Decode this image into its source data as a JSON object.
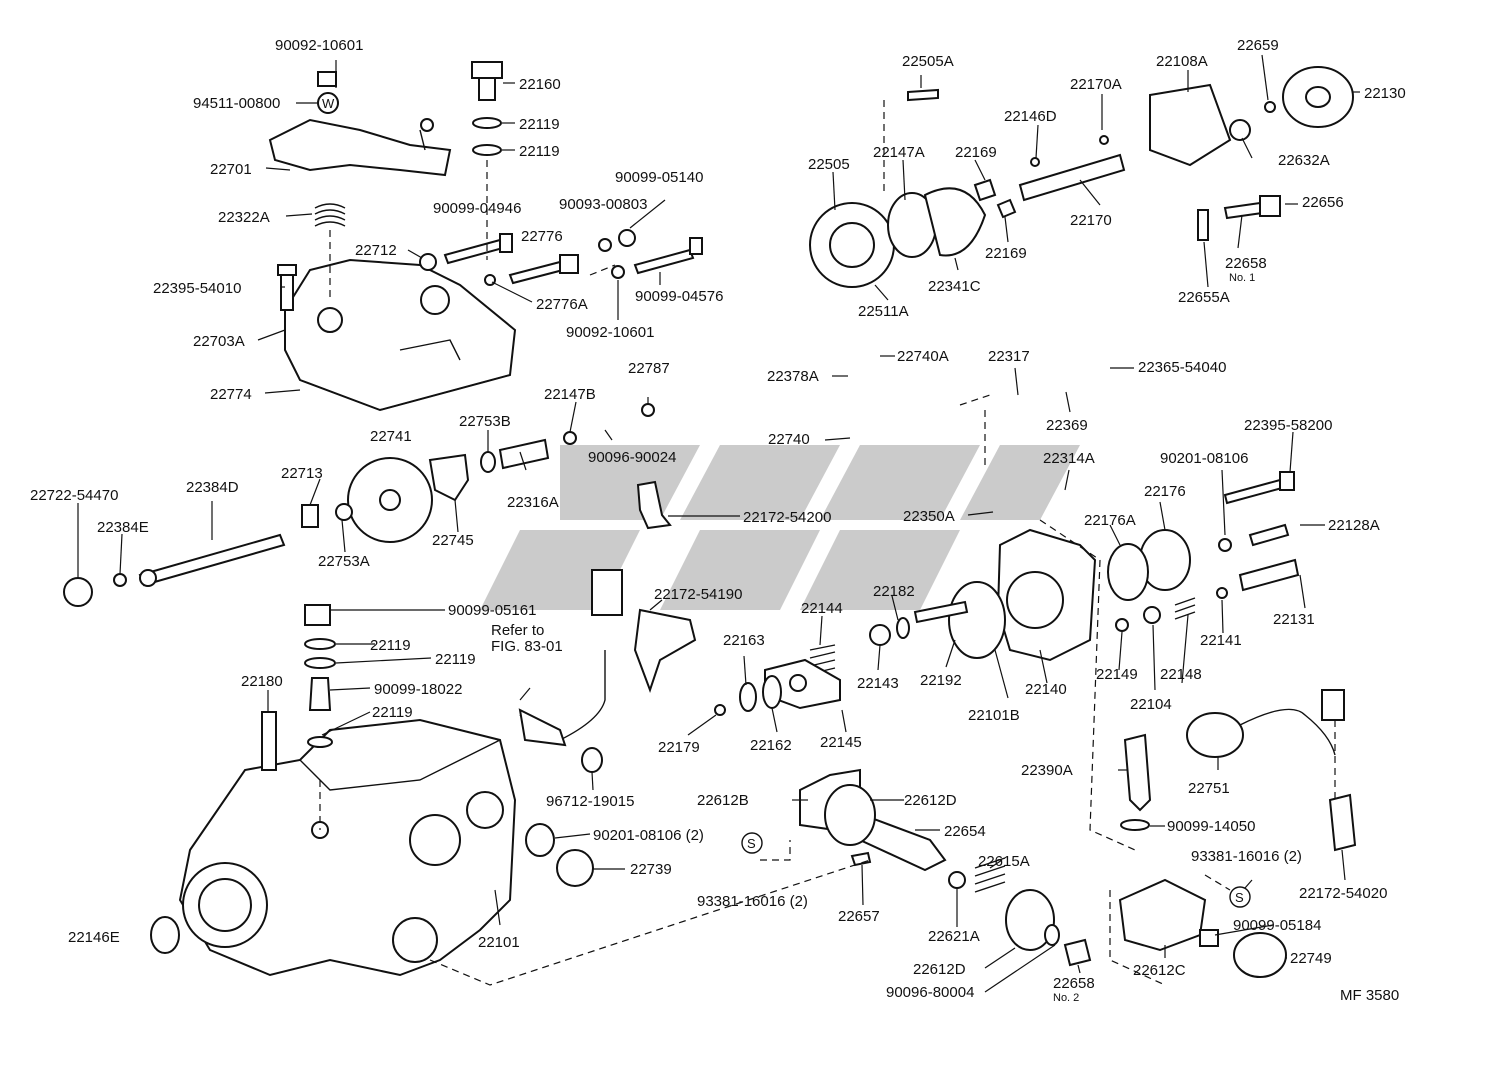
{
  "labels": {
    "l01": "90092-10601",
    "l02": "94511-00800",
    "l03": "22701",
    "l04": "22322A",
    "l05": "22160",
    "l06": "22119",
    "l07": "22119",
    "l08": "90099-05140",
    "l09": "90099-04946",
    "l10": "90093-00803",
    "l11": "22712",
    "l12": "22776",
    "l13": "22395-54010",
    "l14": "22776A",
    "l15": "90099-04576",
    "l16": "90092-10601",
    "l17": "22703A",
    "l18": "22774",
    "l19": "22787",
    "l20": "22147B",
    "l21": "22753B",
    "l22": "22741",
    "l23": "90096-90024",
    "l24": "22384D",
    "l25": "22713",
    "l26": "22722-54470",
    "l27": "22384E",
    "l28": "22316A",
    "l29": "22745",
    "l30": "22753A",
    "l31": "22172-54200",
    "l32": "22505A",
    "l33": "22170A",
    "l34": "22108A",
    "l35": "22659",
    "l36": "22130",
    "l37": "22146D",
    "l38": "22147A",
    "l39": "22169",
    "l40": "22505",
    "l41": "22632A",
    "l42": "22656",
    "l43": "22170",
    "l44": "22169",
    "l45": "22658",
    "l46": "No. 1",
    "l47": "22341C",
    "l48": "22655A",
    "l49": "22511A",
    "l50": "22740A",
    "l51": "22317",
    "l52": "22378A",
    "l53": "22365-54040",
    "l54": "22369",
    "l55": "22740",
    "l56": "22395-58200",
    "l57": "90201-08106",
    "l58": "22314A",
    "l59": "22176",
    "l60": "22350A",
    "l61": "22176A",
    "l62": "22128A",
    "l63": "22182",
    "l64": "22144",
    "l65": "22143",
    "l66": "22192",
    "l67": "22163",
    "l68": "22141",
    "l69": "22131",
    "l70": "22140",
    "l71": "22149",
    "l72": "22148",
    "l73": "22101B",
    "l74": "22104",
    "l75": "22179",
    "l76": "22162",
    "l77": "22145",
    "l78": "90099-05161",
    "l79": "22119",
    "l80": "22119",
    "l81": "Refer to",
    "l82": "FIG. 83-01",
    "l83": "22172-54190",
    "l84": "22180",
    "l85": "90099-18022",
    "l86": "22119",
    "l87": "96712-19015",
    "l88": "90201-08106 (2)",
    "l89": "22739",
    "l90": "22612B",
    "l91": "22612D",
    "l92": "22654",
    "l93": "93381-16016 (2)",
    "l94": "22657",
    "l95": "22615A",
    "l96": "22621A",
    "l97": "22612D",
    "l98": "22658",
    "l99": "No. 2",
    "l100": "90096-80004",
    "l101": "22146E",
    "l102": "22101",
    "l103": "22390A",
    "l104": "22751",
    "l105": "90099-14050",
    "l106": "93381-16016 (2)",
    "l107": "22172-54020",
    "l108": "90099-05184",
    "l109": "22749",
    "l110": "22612C",
    "l111": "MF  3580",
    "l112": "S",
    "l113": "S",
    "l114": "W"
  },
  "colors": {
    "ink": "#111111",
    "watermark": "#b9b9b9",
    "background": "#ffffff"
  }
}
